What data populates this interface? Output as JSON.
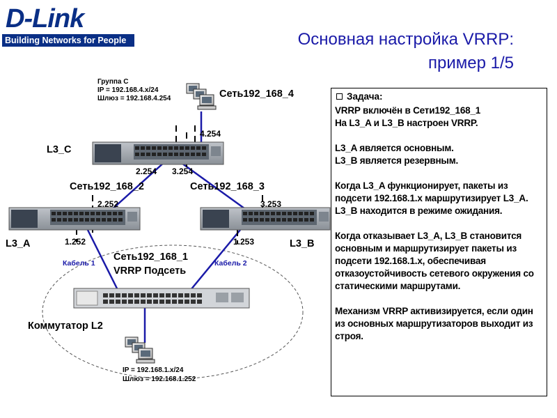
{
  "logo": {
    "word": "D-Link",
    "tagline": "Building Networks for People"
  },
  "title": {
    "line1": "Основная настройка VRRP:",
    "line2": "пример 1/5"
  },
  "group_c": {
    "name": "Группа C",
    "ip": "IP = 192.168.4.x/24",
    "gateway": "Шлюз = 192.168.4.254"
  },
  "network_labels": {
    "net4": "Сеть192_168_4",
    "net2": "Сеть192_168_2",
    "net3": "Сеть192_168_3",
    "net1": "Сеть192_168_1",
    "vrrp_subnet": "VRRP Подсеть"
  },
  "devices": {
    "l3c": "L3_C",
    "l3a": "L3_A",
    "l3b": "L3_B",
    "l2": "Коммутатор L2"
  },
  "ips": {
    "c_4": "4.254",
    "c_2": "2.254",
    "c_3": "3.254",
    "a_2": "2.252",
    "b_3": "3.253",
    "a_1": "1.252",
    "b_1": "1.253"
  },
  "cables": {
    "cable1": "Кабель 1",
    "cable2": "Кабель 2"
  },
  "bottom_pc": {
    "ip": "IP = 192.168.1.x/24",
    "gateway": "Шлюз = 192.168.1.252"
  },
  "task": {
    "heading": "Задача:",
    "paragraphs": [
      "VRRP включён в Сети192_168_1\nНа L3_A и L3_B настроен VRRP.",
      "L3_A является основным.\nL3_B является резервным.",
      "Когда L3_A функционирует, пакеты из подсети 192.168.1.x маршрутизирует L3_A. L3_B находится в режиме ожидания.",
      "Когда отказывает L3_A, L3_B становится основным и маршрутизирует пакеты из подсети 192.168.1.x, обеспечивая отказоустойчивость сетевого окружения со статическими маршрутами.",
      "Механизм VRRP активизируется, если один из основных маршрутизаторов выходит из строя."
    ]
  },
  "colors": {
    "link": "#1a1aa8",
    "title": "#1a1aa8",
    "logo": "#0a2f86"
  }
}
